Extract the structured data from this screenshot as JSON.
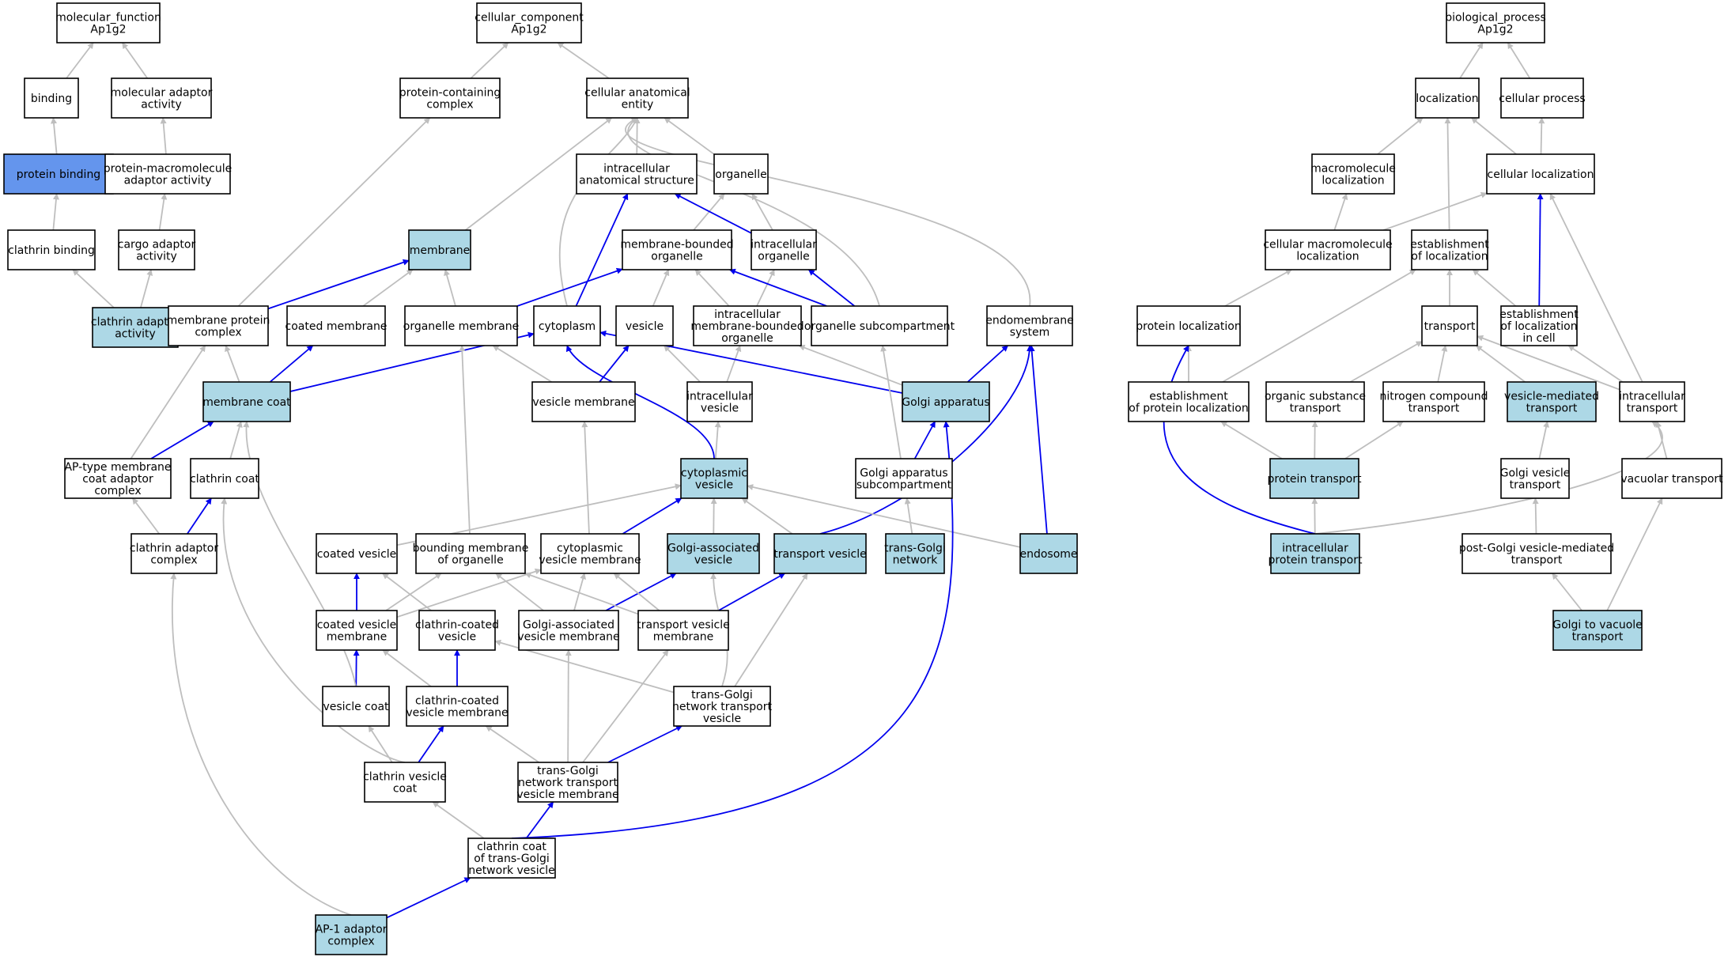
{
  "colors": {
    "plain": "#ffffff",
    "highlight": "#add8e6",
    "primary": "#6495ed",
    "edge_gray": "#bebebe",
    "edge_blue": "#0000ee"
  },
  "nodes": [
    {
      "id": "mf",
      "label": [
        "molecular_function",
        "Ap1g2"
      ],
      "style": "plain"
    },
    {
      "id": "binding",
      "label": [
        "binding"
      ],
      "style": "plain"
    },
    {
      "id": "mol_adaptor",
      "label": [
        "molecular adaptor",
        "activity"
      ],
      "style": "plain"
    },
    {
      "id": "protein_binding",
      "label": [
        "protein binding"
      ],
      "style": "primary"
    },
    {
      "id": "pm_adaptor",
      "label": [
        "protein-macromolecule",
        "adaptor activity"
      ],
      "style": "plain"
    },
    {
      "id": "clathrin_binding",
      "label": [
        "clathrin binding"
      ],
      "style": "plain"
    },
    {
      "id": "cargo_adaptor",
      "label": [
        "cargo adaptor",
        "activity"
      ],
      "style": "plain"
    },
    {
      "id": "clathrin_adaptor_act",
      "label": [
        "clathrin adaptor",
        "activity"
      ],
      "style": "highlight"
    },
    {
      "id": "cc",
      "label": [
        "cellular_component",
        "Ap1g2"
      ],
      "style": "plain"
    },
    {
      "id": "pcc",
      "label": [
        "protein-containing",
        "complex"
      ],
      "style": "plain"
    },
    {
      "id": "cae",
      "label": [
        "cellular anatomical",
        "entity"
      ],
      "style": "plain"
    },
    {
      "id": "ias",
      "label": [
        "intracellular",
        "anatomical structure"
      ],
      "style": "plain"
    },
    {
      "id": "organelle",
      "label": [
        "organelle"
      ],
      "style": "plain"
    },
    {
      "id": "membrane",
      "label": [
        "membrane"
      ],
      "style": "highlight"
    },
    {
      "id": "mbo",
      "label": [
        "membrane-bounded",
        "organelle"
      ],
      "style": "plain"
    },
    {
      "id": "io",
      "label": [
        "intracellular",
        "organelle"
      ],
      "style": "plain"
    },
    {
      "id": "mpc",
      "label": [
        "membrane protein",
        "complex"
      ],
      "style": "plain"
    },
    {
      "id": "coated_membrane",
      "label": [
        "coated membrane"
      ],
      "style": "plain"
    },
    {
      "id": "organelle_membrane",
      "label": [
        "organelle membrane"
      ],
      "style": "plain"
    },
    {
      "id": "cytoplasm",
      "label": [
        "cytoplasm"
      ],
      "style": "plain"
    },
    {
      "id": "vesicle",
      "label": [
        "vesicle"
      ],
      "style": "plain"
    },
    {
      "id": "imbo",
      "label": [
        "intracellular",
        "membrane-bounded",
        "organelle"
      ],
      "style": "plain"
    },
    {
      "id": "osub",
      "label": [
        "organelle subcompartment"
      ],
      "style": "plain"
    },
    {
      "id": "endomembrane",
      "label": [
        "endomembrane",
        "system"
      ],
      "style": "plain"
    },
    {
      "id": "membrane_coat",
      "label": [
        "membrane coat"
      ],
      "style": "highlight"
    },
    {
      "id": "vesicle_membrane",
      "label": [
        "vesicle membrane"
      ],
      "style": "plain"
    },
    {
      "id": "iv",
      "label": [
        "intracellular",
        "vesicle"
      ],
      "style": "plain"
    },
    {
      "id": "golgi",
      "label": [
        "Golgi apparatus"
      ],
      "style": "highlight"
    },
    {
      "id": "ap_type",
      "label": [
        "AP-type membrane",
        "coat adaptor",
        "complex"
      ],
      "style": "plain"
    },
    {
      "id": "clathrin_coat",
      "label": [
        "clathrin coat"
      ],
      "style": "plain"
    },
    {
      "id": "cyt_vesicle",
      "label": [
        "cytoplasmic",
        "vesicle"
      ],
      "style": "highlight"
    },
    {
      "id": "golgi_sub",
      "label": [
        "Golgi apparatus",
        "subcompartment"
      ],
      "style": "plain"
    },
    {
      "id": "clathrin_adaptor_cx",
      "label": [
        "clathrin adaptor",
        "complex"
      ],
      "style": "plain"
    },
    {
      "id": "coated_vesicle",
      "label": [
        "coated vesicle"
      ],
      "style": "plain"
    },
    {
      "id": "bmo",
      "label": [
        "bounding membrane",
        "of organelle"
      ],
      "style": "plain"
    },
    {
      "id": "cvm",
      "label": [
        "cytoplasmic",
        "vesicle membrane"
      ],
      "style": "plain"
    },
    {
      "id": "gav",
      "label": [
        "Golgi-associated",
        "vesicle"
      ],
      "style": "highlight"
    },
    {
      "id": "tv",
      "label": [
        "transport vesicle"
      ],
      "style": "highlight"
    },
    {
      "id": "tgn",
      "label": [
        "trans-Golgi",
        "network"
      ],
      "style": "highlight"
    },
    {
      "id": "endosome",
      "label": [
        "endosome"
      ],
      "style": "highlight"
    },
    {
      "id": "coated_vm",
      "label": [
        "coated vesicle",
        "membrane"
      ],
      "style": "plain"
    },
    {
      "id": "ccv",
      "label": [
        "clathrin-coated",
        "vesicle"
      ],
      "style": "plain"
    },
    {
      "id": "gavm",
      "label": [
        "Golgi-associated",
        "vesicle membrane"
      ],
      "style": "plain"
    },
    {
      "id": "tvm",
      "label": [
        "transport vesicle",
        "membrane"
      ],
      "style": "plain"
    },
    {
      "id": "vesicle_coat",
      "label": [
        "vesicle coat"
      ],
      "style": "plain"
    },
    {
      "id": "ccvm",
      "label": [
        "clathrin-coated",
        "vesicle membrane"
      ],
      "style": "plain"
    },
    {
      "id": "tgntv",
      "label": [
        "trans-Golgi",
        "network transport",
        "vesicle"
      ],
      "style": "plain"
    },
    {
      "id": "cvc",
      "label": [
        "clathrin vesicle",
        "coat"
      ],
      "style": "plain"
    },
    {
      "id": "tgntvm",
      "label": [
        "trans-Golgi",
        "network transport",
        "vesicle membrane"
      ],
      "style": "plain"
    },
    {
      "id": "cctgn",
      "label": [
        "clathrin coat",
        "of trans-Golgi",
        "network vesicle"
      ],
      "style": "plain"
    },
    {
      "id": "ap1",
      "label": [
        "AP-1 adaptor",
        "complex"
      ],
      "style": "highlight"
    },
    {
      "id": "bp",
      "label": [
        "biological_process",
        "Ap1g2"
      ],
      "style": "plain"
    },
    {
      "id": "localization",
      "label": [
        "localization"
      ],
      "style": "plain"
    },
    {
      "id": "cellular_process",
      "label": [
        "cellular process"
      ],
      "style": "plain"
    },
    {
      "id": "macro_loc",
      "label": [
        "macromolecule",
        "localization"
      ],
      "style": "plain"
    },
    {
      "id": "cell_loc",
      "label": [
        "cellular localization"
      ],
      "style": "plain"
    },
    {
      "id": "cmacro_loc",
      "label": [
        "cellular macromolecule",
        "localization"
      ],
      "style": "plain"
    },
    {
      "id": "est_loc",
      "label": [
        "establishment",
        "of localization"
      ],
      "style": "plain"
    },
    {
      "id": "est_loc_cell",
      "label": [
        "establishment",
        "of localization",
        "in cell"
      ],
      "style": "plain"
    },
    {
      "id": "protein_loc",
      "label": [
        "protein localization"
      ],
      "style": "plain"
    },
    {
      "id": "transport",
      "label": [
        "transport"
      ],
      "style": "plain"
    },
    {
      "id": "est_prot_loc",
      "label": [
        "establishment",
        "of protein localization"
      ],
      "style": "plain"
    },
    {
      "id": "ost",
      "label": [
        "organic substance",
        "transport"
      ],
      "style": "plain"
    },
    {
      "id": "nct",
      "label": [
        "nitrogen compound",
        "transport"
      ],
      "style": "plain"
    },
    {
      "id": "vmt",
      "label": [
        "vesicle-mediated",
        "transport"
      ],
      "style": "highlight"
    },
    {
      "id": "it",
      "label": [
        "intracellular",
        "transport"
      ],
      "style": "plain"
    },
    {
      "id": "protein_transport",
      "label": [
        "protein transport"
      ],
      "style": "highlight"
    },
    {
      "id": "gvt",
      "label": [
        "Golgi vesicle",
        "transport"
      ],
      "style": "plain"
    },
    {
      "id": "vacuolar",
      "label": [
        "vacuolar transport"
      ],
      "style": "plain"
    },
    {
      "id": "ipt",
      "label": [
        "intracellular",
        "protein transport"
      ],
      "style": "highlight"
    },
    {
      "id": "pgvmt",
      "label": [
        "post-Golgi vesicle-mediated",
        "transport"
      ],
      "style": "plain"
    },
    {
      "id": "g2v",
      "label": [
        "Golgi to vacuole",
        "transport"
      ],
      "style": "highlight"
    }
  ]
}
